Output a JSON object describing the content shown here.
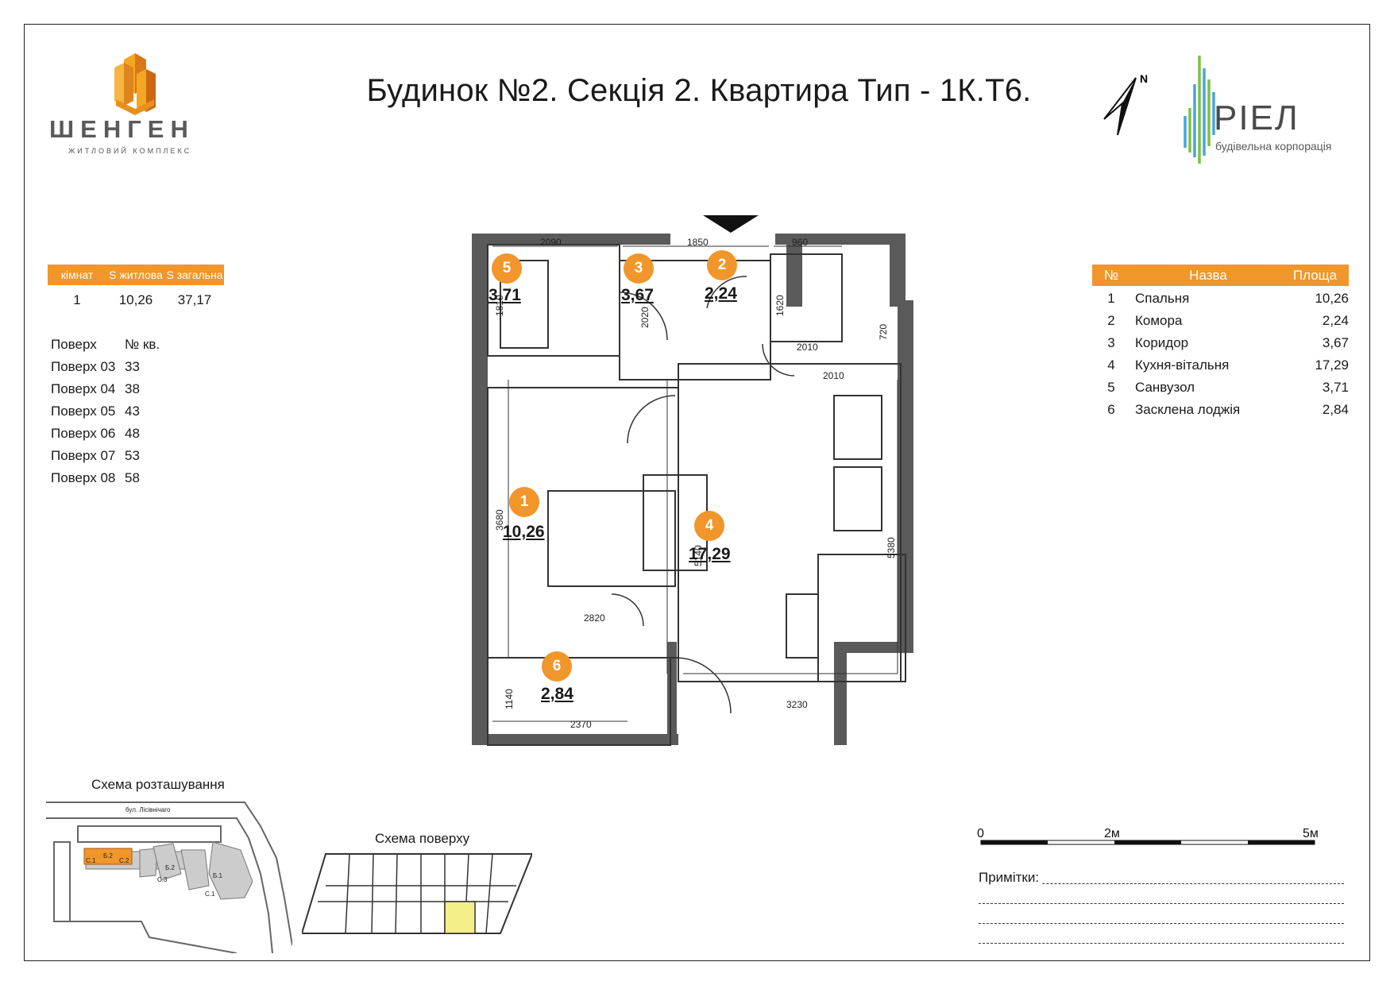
{
  "header": {
    "title": "Будинок №2. Секція 2. Квартира Тип - 1К.Т6.",
    "left_logo": {
      "name": "ШЕНГЕН",
      "subtitle": "ЖИТЛОВИЙ КОМПЛЕКС",
      "icon": "building-cubes-logo"
    },
    "right_logo": {
      "name": "РІЕЛ",
      "subtitle": "будівельна корпорація",
      "icon": "riel-stripes-logo"
    },
    "compass": {
      "label": "N",
      "icon": "north-arrow-icon"
    }
  },
  "summary": {
    "headers": [
      "кімнат",
      "S житлова",
      "S загальна"
    ],
    "values": [
      "1",
      "10,26",
      "37,17"
    ]
  },
  "floors": {
    "headers": [
      "Поверх",
      "№ кв."
    ],
    "rows": [
      [
        "Поверх 03",
        "33"
      ],
      [
        "Поверх 04",
        "38"
      ],
      [
        "Поверх 05",
        "43"
      ],
      [
        "Поверх 06",
        "48"
      ],
      [
        "Поверх 07",
        "53"
      ],
      [
        "Поверх 08",
        "58"
      ]
    ]
  },
  "rooms_table": {
    "headers": [
      "№",
      "Назва",
      "Площа"
    ],
    "rows": [
      [
        "1",
        "Спальня",
        "10,26"
      ],
      [
        "2",
        "Комора",
        "2,24"
      ],
      [
        "3",
        "Коридор",
        "3,67"
      ],
      [
        "4",
        "Кухня-вітальня",
        "17,29"
      ],
      [
        "5",
        "Санвузол",
        "3,71"
      ],
      [
        "6",
        "Засклена лоджія",
        "2,84"
      ]
    ]
  },
  "plan": {
    "rooms": [
      {
        "no": "1",
        "area": "10,26"
      },
      {
        "no": "2",
        "area": "2,24"
      },
      {
        "no": "3",
        "area": "3,67"
      },
      {
        "no": "4",
        "area": "17,29"
      },
      {
        "no": "5",
        "area": "3,71"
      },
      {
        "no": "6",
        "area": "2,84"
      }
    ],
    "dimensions": {
      "bath_w": "2090",
      "corr_w": "1850",
      "stor_w": "960",
      "bath_h": "1810",
      "corr_h": "2020",
      "stor_h": "1620",
      "stor_w2": "2010",
      "kitchen_w": "2010",
      "lod_h1": "720",
      "bed_h": "3680",
      "liv_h": "5140",
      "kit_h": "5380",
      "bed_w": "2820",
      "lod_h": "1140",
      "lod_w": "2370",
      "liv_w": "3230"
    }
  },
  "location": {
    "title": "Схема розташування",
    "street": "бул. Лісівнічаго",
    "blocks": [
      "Б.2",
      "С.1",
      "С.2",
      "Б.2",
      "С.3",
      "Б.1",
      "С.1"
    ]
  },
  "floor_scheme": {
    "title": "Схема поверху"
  },
  "scale": {
    "labels": [
      "0",
      "2м",
      "5м"
    ]
  },
  "notes": {
    "label": "Примітки:"
  },
  "colors": {
    "accent": "#f0962b",
    "wall": "#4a4a4a",
    "highlight": "#f5ef8a"
  }
}
